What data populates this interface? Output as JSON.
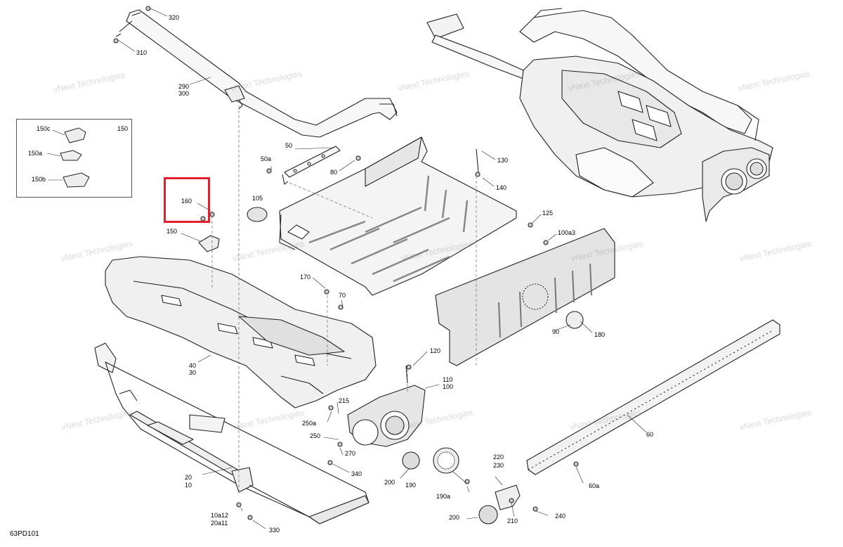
{
  "diagram_id": "63PD101",
  "watermark": "vNext Technologies",
  "accent_color": "#e0202a",
  "callouts": {
    "p320": "320",
    "p310": "310",
    "p290": "290",
    "p300": "300",
    "p150c": "150c",
    "p150_inset": "150",
    "p150a": "150a",
    "p150b": "150b",
    "p160": "160",
    "p150": "150",
    "p50": "50",
    "p50a": "50a",
    "p80": "80",
    "p105": "105",
    "p130": "130",
    "p140": "140",
    "p125": "125",
    "p100a3": "100a3",
    "p170": "170",
    "p70": "70",
    "p40": "40",
    "p30": "30",
    "p90": "90",
    "p180": "180",
    "p120": "120",
    "p110": "110",
    "p100": "100",
    "p215": "215",
    "p250a": "250a",
    "p250": "250",
    "p270": "270",
    "p340": "340",
    "p60": "60",
    "p20": "20",
    "p10": "10",
    "p200a": "200",
    "p190": "190",
    "p220": "220",
    "p230": "230",
    "p60a": "60a",
    "p190a": "190a",
    "p10a12": "10a12",
    "p20a11": "20a11",
    "p330": "330",
    "p200b": "200",
    "p210": "210",
    "p240": "240"
  }
}
